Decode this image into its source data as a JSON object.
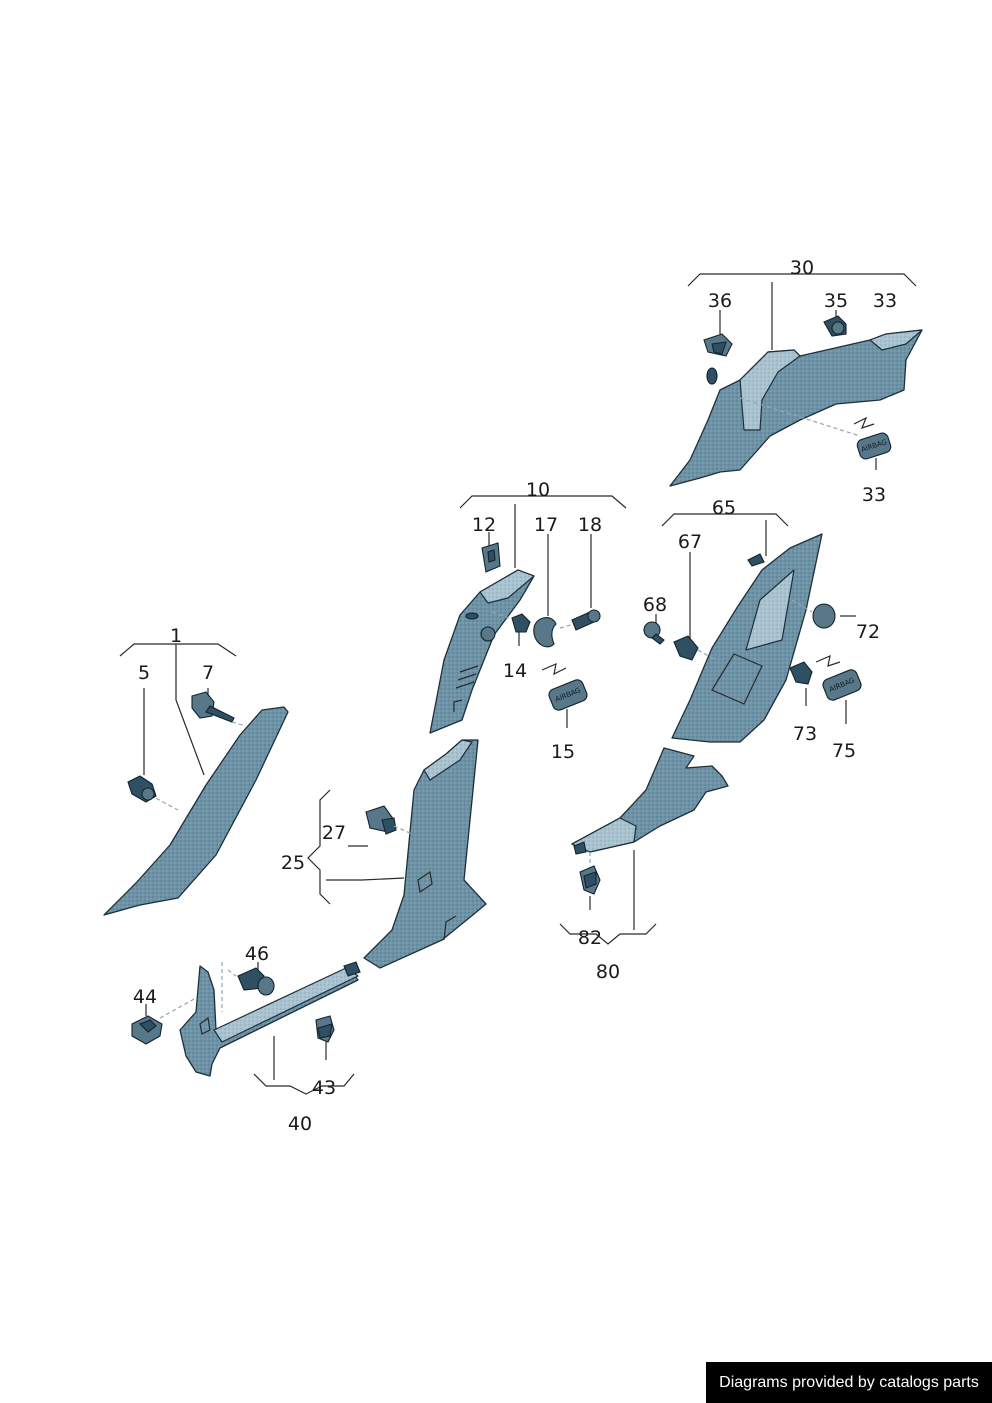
{
  "labels": {
    "l1": "1",
    "l5": "5",
    "l7": "7",
    "l10": "10",
    "l12": "12",
    "l14": "14",
    "l15": "15",
    "l17": "17",
    "l18": "18",
    "l25": "25",
    "l27": "27",
    "l30": "30",
    "l33a": "33",
    "l33b": "33",
    "l35": "35",
    "l36": "36",
    "l40": "40",
    "l43": "43",
    "l44": "44",
    "l46": "46",
    "l65": "65",
    "l67": "67",
    "l68": "68",
    "l72": "72",
    "l73": "73",
    "l75": "75",
    "l80": "80",
    "l82": "82"
  },
  "badges": {
    "airbag_a": "AIRBAG",
    "airbag_b": "AIRBAG",
    "airbag_c": "AIRBAG"
  },
  "footer": {
    "text": "Diagrams provided by catalogs parts"
  },
  "colors": {
    "part_fill": "#6f93a6",
    "part_light": "#a9c2cf",
    "outline": "#1c2f3a"
  }
}
